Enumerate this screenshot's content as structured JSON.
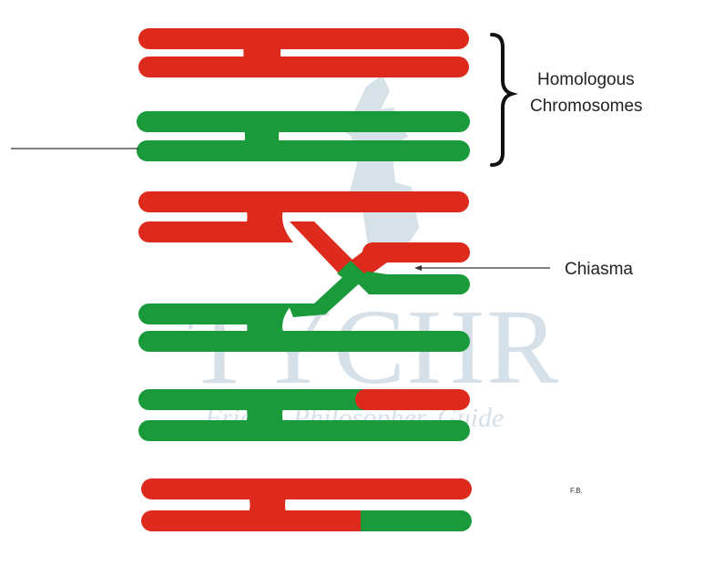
{
  "labels": {
    "homologous_line1": "Homologous",
    "homologous_line2": "Chromosomes",
    "chiasma": "Chiasma",
    "initials": "F.B."
  },
  "watermark": {
    "brand": "TYCHR",
    "tagline": "Friend, Philosopher, Guide"
  },
  "colors": {
    "red": "#de2a1c",
    "green": "#1a9a3a",
    "dark_red": "#9a1a10",
    "dark_green": "#0d5a1e",
    "watermark": "#8aa8be",
    "line": "#333333"
  }
}
